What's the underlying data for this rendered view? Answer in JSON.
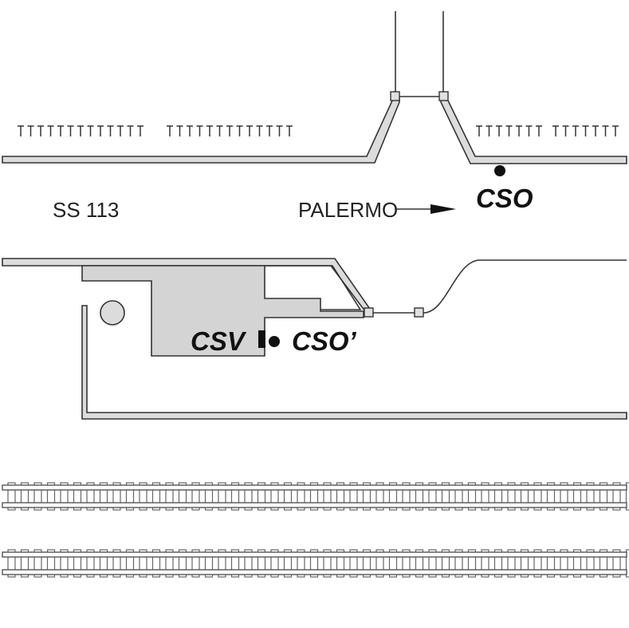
{
  "labels": {
    "road": "SS 113",
    "direction": "PALERMO",
    "cso": "CSO",
    "csv": "CSV",
    "cso_prime": "CSO’"
  },
  "colors": {
    "stroke": "#333333",
    "fill_grey": "#d4d4d4",
    "marker": "#111111"
  }
}
